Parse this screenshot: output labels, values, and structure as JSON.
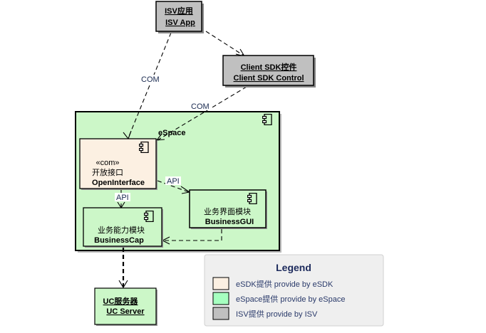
{
  "colors": {
    "esdk": "#fcf0e2",
    "espace_container": "#ccf7c8",
    "espace_legend": "#a6ffc0",
    "isv": "#c0c0c0",
    "legend_bg": "#efefef",
    "legend_title": "#1c2a5c"
  },
  "nodes": {
    "isv_app": {
      "line1": "ISV应用",
      "line2": "ISV App"
    },
    "client_sdk": {
      "line1": "Client SDK控件",
      "line2": "Client SDK Control"
    },
    "espace": {
      "label": "eSpace"
    },
    "open_interface": {
      "stereotype": "«com»",
      "line1": "开放接口",
      "line2": "OpenInterface"
    },
    "business_gui": {
      "line1": "业务界面模块",
      "line2": "BusinessGUI"
    },
    "business_cap": {
      "line1": "业务能力模块",
      "line2": "BusinessCap"
    },
    "uc_server": {
      "line1": "UC服务器",
      "line2": "UC Server"
    }
  },
  "edges": {
    "isv_to_open": "COM",
    "sdk_to_open": "COM",
    "open_to_gui": "API",
    "open_to_cap": "API"
  },
  "legend": {
    "title": "Legend",
    "items": [
      {
        "label": "eSDK提供 provide by eSDK",
        "color": "#fcf0e2"
      },
      {
        "label": "eSpace提供 provide by eSpace",
        "color": "#a6ffc0"
      },
      {
        "label": "ISV提供 provide by ISV",
        "color": "#c0c0c0"
      }
    ]
  }
}
